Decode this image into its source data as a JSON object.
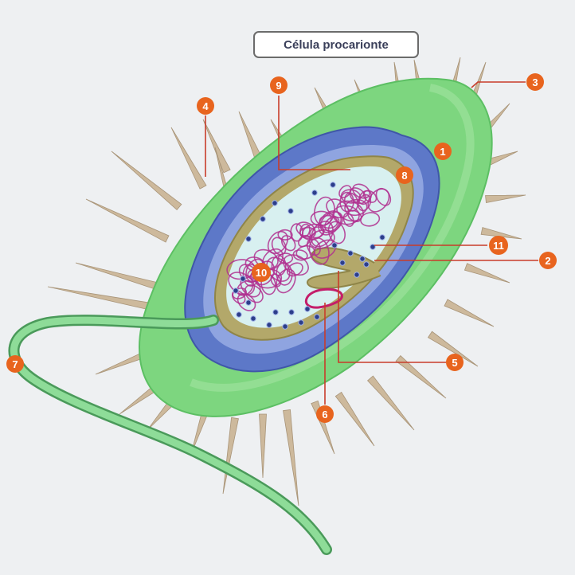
{
  "title": "Célula procarionte",
  "colors": {
    "background": "#eef0f2",
    "capsule": "#7dd67f",
    "cell_wall": "#5d78c8",
    "membrane": "#b3a86a",
    "cytoplasm": "#d8f0f0",
    "nucleoid": "#b0308f",
    "ribosome": "#2c3e8a",
    "pili": "#cdb99c",
    "flagellum": "#7ec58a",
    "label_badge": "#e8641e",
    "leader_line": "#c83c2a"
  },
  "labels": [
    {
      "id": "label-1",
      "text": "1"
    },
    {
      "id": "label-2",
      "text": "2"
    },
    {
      "id": "label-3",
      "text": "3"
    },
    {
      "id": "label-4",
      "text": "4"
    },
    {
      "id": "label-5",
      "text": "5"
    },
    {
      "id": "label-6",
      "text": "6"
    },
    {
      "id": "label-7",
      "text": "7"
    },
    {
      "id": "label-8",
      "text": "8"
    },
    {
      "id": "label-9",
      "text": "9"
    },
    {
      "id": "label-10",
      "text": "10"
    },
    {
      "id": "label-11",
      "text": "11"
    }
  ]
}
